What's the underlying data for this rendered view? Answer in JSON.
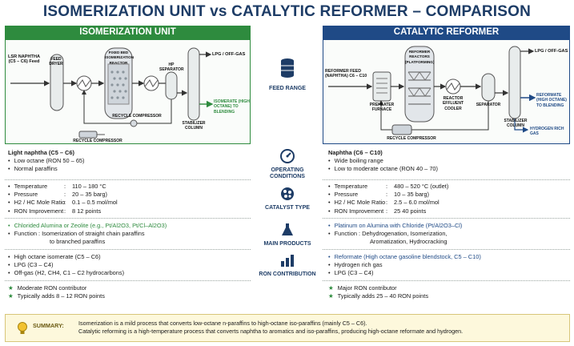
{
  "title": "ISOMERIZATION UNIT vs CATALYTIC REFORMER – COMPARISON",
  "iso": {
    "header": "ISOMERIZATION UNIT",
    "diagram": {
      "feed": "LSR NAPHTHA (C5 – C6) Feed",
      "dryer": "FEED DRYER",
      "reactor": "FIXED BED ISOMERIZATION REACTOR",
      "separator": "HP SEPARATOR",
      "column": "STABILIZER COLUMN",
      "recycle1": "RECYCLE COMPRESSOR",
      "recycle2": "RECYCLE COMPRESSOR",
      "gas": "LPG / OFF-GAS",
      "product": "ISOMERATE (HIGH OCTANE) TO BLENDING"
    },
    "feed": {
      "head": "Light naphtha (C5 – C6)",
      "b1": "Low octane (RON 50 – 65)",
      "b2": "Normal paraffins"
    },
    "conditions": [
      {
        "k": "Temperature",
        "v": "110 – 180 °C"
      },
      {
        "k": "Pressure",
        "v": "20 – 35 barg)"
      },
      {
        "k": "H2 / HC Mole Ratio",
        "v": "0.1 – 0.5 mol/mol"
      },
      {
        "k": "RON Improvement",
        "v": "8   12 points"
      }
    ],
    "catalyst": {
      "l1": "Chlorided Alumina or Zeolite (e.g., Pt/Al2O3, Pt/Cl–Al2O3)",
      "l2": "Function : Isomerization of straight chain paraffins",
      "l3": "to branched paraffins"
    },
    "products": {
      "l1": "High octane isomerate (C5 – C6)",
      "l2": "LPG (C3 – C4)",
      "l3": "Off-gas (H2, CH4, C1 – C2 hydrocarbons)"
    },
    "ron": {
      "l1": "Moderate RON contributor",
      "l2": "Typically adds 8 – 12 RON points"
    }
  },
  "ref": {
    "header": "CATALYTIC REFORMER",
    "diagram": {
      "feed": "REFORMER FEED (NAPHTHA) C6 – C10",
      "furnace": "PREHEATER FURNACE",
      "reactor": "REFORMER REACTORS (PLATFORMING)",
      "cooler": "REACTOR EFFLUENT COOLER",
      "separator": "SEPARATOR",
      "column": "STABILIZER COLUMN",
      "recycle": "RECYCLE COMPRESSOR",
      "gas": "LPG / OFF-GAS",
      "product": "REFORMATE (HIGH OCTANE) TO BLENDING",
      "h2": "HYDROGEN RICH GAS"
    },
    "feed": {
      "head": "Naphtha (C6 – C10)",
      "b1": "Wide boiling range",
      "b2": "Low to moderate octane (RON 40 – 70)"
    },
    "conditions": [
      {
        "k": "Temperature",
        "v": "480 – 520 °C (outlet)"
      },
      {
        "k": "Pressure",
        "v": "10 – 35 barg)"
      },
      {
        "k": "H2 / HC Mole Ratio",
        "v": "2.5 – 6.0 mol/mol"
      },
      {
        "k": "RON Improvement",
        "v": "25   40 points"
      }
    ],
    "catalyst": {
      "l1": "Platinum on Alumina with Chloride (Pt/Al2O3–Cl)",
      "l2": "Function : Dehydrogenation, Isomerization,",
      "l3": "Aromatization, Hydrocracking"
    },
    "products": {
      "l1": "Reformate (High octane gasoline blendstock, C5 – C10)",
      "l2": "Hydrogen rich gas",
      "l3": "LPG (C3 – C4)"
    },
    "ron": {
      "l1": "Major RON contributor",
      "l2": "Typically adds 25 – 40 RON points"
    }
  },
  "middle": {
    "feed": "FEED RANGE",
    "conditions": "OPERATING CONDITIONS",
    "catalyst": "CATALYST TYPE",
    "products": "MAIN PRODUCTS",
    "ron": "RON CONTRIBUTION"
  },
  "summary": {
    "label": "SUMMARY:",
    "l1": "Isomerization is a mild process that converts low-octane n-paraffins to high-octane iso-paraffins (mainly C5 – C6).",
    "l2": "Catalytic reforming is a high-temperature process that converts naphtha to aromatics and iso-paraffins, producing high-octane reformate and hydrogen."
  },
  "colors": {
    "iso": "#2e8b3e",
    "ref": "#1f4a86",
    "title": "#1d3c66"
  }
}
